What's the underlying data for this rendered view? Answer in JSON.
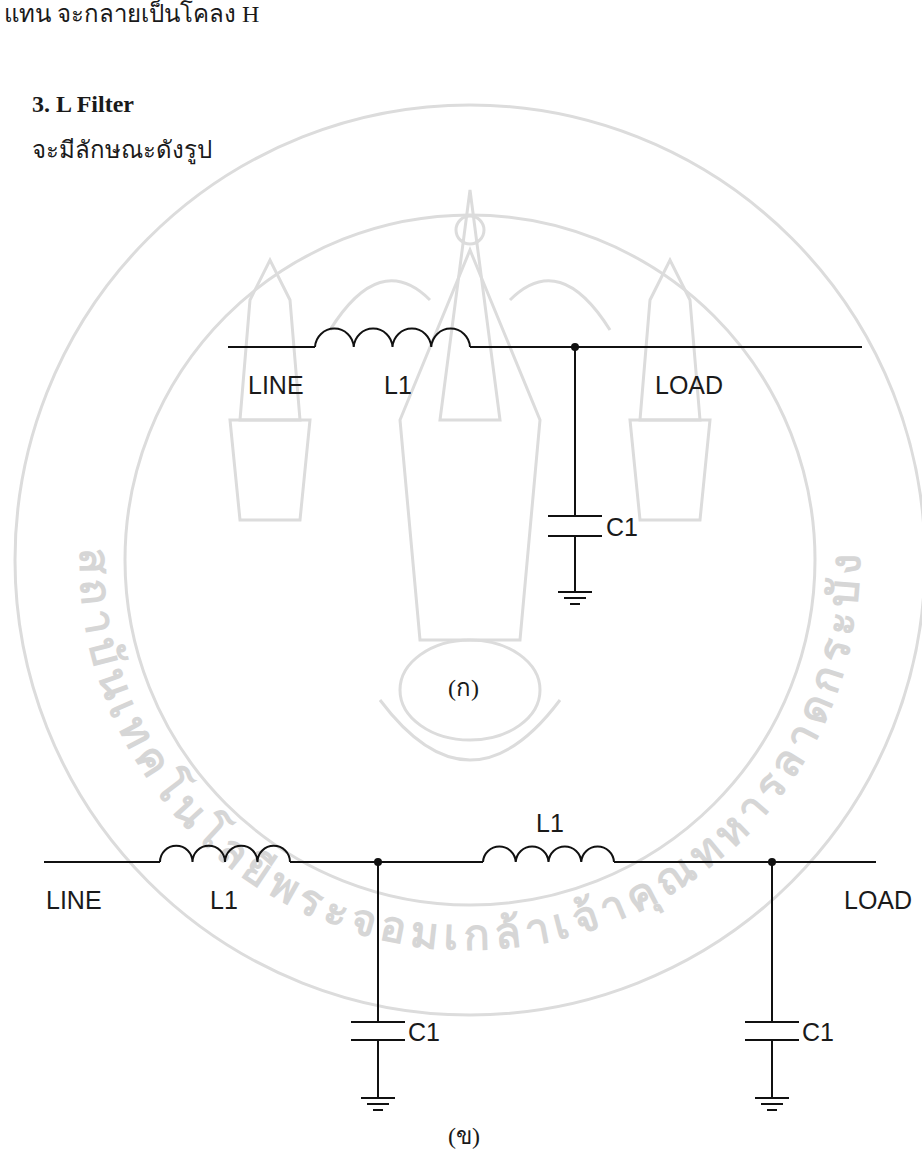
{
  "diagram": {
    "title": "3. L Filter",
    "labels": [
      "แทน จะกลายเป็นโคลง H",
      "จะมีลักษณะดังรูป",
      "LINE",
      "L1",
      "LOAD",
      "C1",
      "(ก)",
      "LINE",
      "L1",
      "L1",
      "LOAD",
      "C1",
      "C1",
      "(ข)",
      "สถาบันเทคโนโลยีพระจอมเกล้าเจ้าคุณทหารลาดกระบัง"
    ]
  }
}
